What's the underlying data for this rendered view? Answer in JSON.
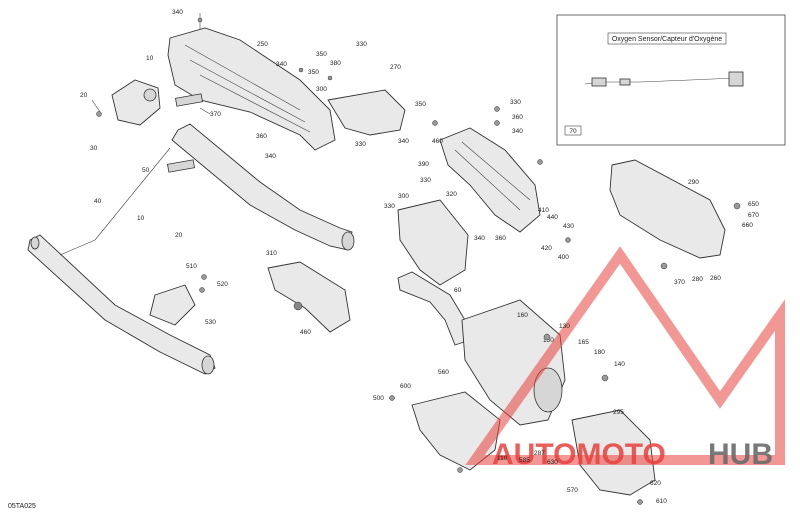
{
  "diagram_code": "05TA025",
  "inset": {
    "title": "Oxygen Sensor/Capteur d'Oxygène",
    "ref": "70"
  },
  "watermark": {
    "part1": "AUTOMOTO",
    "part2": "HUB",
    "color_red": "#e8413c",
    "color_gray": "#6b6b6b"
  },
  "callouts": [
    {
      "id": "340a",
      "text": "340"
    },
    {
      "id": "250",
      "text": "250"
    },
    {
      "id": "10a",
      "text": "10"
    },
    {
      "id": "20a",
      "text": "20"
    },
    {
      "id": "30",
      "text": "30"
    },
    {
      "id": "370",
      "text": "370"
    },
    {
      "id": "340b",
      "text": "340"
    },
    {
      "id": "350a",
      "text": "350"
    },
    {
      "id": "350b",
      "text": "350"
    },
    {
      "id": "330a",
      "text": "330"
    },
    {
      "id": "380",
      "text": "380"
    },
    {
      "id": "270",
      "text": "270"
    },
    {
      "id": "300a",
      "text": "300"
    },
    {
      "id": "360",
      "text": "360"
    },
    {
      "id": "340c",
      "text": "340"
    },
    {
      "id": "350c",
      "text": "350"
    },
    {
      "id": "330b",
      "text": "330"
    },
    {
      "id": "330c",
      "text": "330"
    },
    {
      "id": "360b",
      "text": "360"
    },
    {
      "id": "340d",
      "text": "340"
    },
    {
      "id": "340e",
      "text": "340"
    },
    {
      "id": "460a",
      "text": "460"
    },
    {
      "id": "390",
      "text": "390"
    },
    {
      "id": "320",
      "text": "320"
    },
    {
      "id": "330d",
      "text": "330"
    },
    {
      "id": "300b",
      "text": "300"
    },
    {
      "id": "330e",
      "text": "330"
    },
    {
      "id": "340f",
      "text": "340"
    },
    {
      "id": "360c",
      "text": "360"
    },
    {
      "id": "410",
      "text": "410"
    },
    {
      "id": "440",
      "text": "440"
    },
    {
      "id": "430",
      "text": "430"
    },
    {
      "id": "420",
      "text": "420"
    },
    {
      "id": "400",
      "text": "400"
    },
    {
      "id": "50",
      "text": "50"
    },
    {
      "id": "40",
      "text": "40"
    },
    {
      "id": "10b",
      "text": "10"
    },
    {
      "id": "20b",
      "text": "20"
    },
    {
      "id": "510",
      "text": "510"
    },
    {
      "id": "520",
      "text": "520"
    },
    {
      "id": "530",
      "text": "530"
    },
    {
      "id": "310",
      "text": "310"
    },
    {
      "id": "460b",
      "text": "460"
    },
    {
      "id": "60",
      "text": "60"
    },
    {
      "id": "290",
      "text": "290"
    },
    {
      "id": "650",
      "text": "650"
    },
    {
      "id": "670",
      "text": "670"
    },
    {
      "id": "660",
      "text": "660"
    },
    {
      "id": "370b",
      "text": "370"
    },
    {
      "id": "280",
      "text": "280"
    },
    {
      "id": "260",
      "text": "260"
    },
    {
      "id": "160",
      "text": "160"
    },
    {
      "id": "130",
      "text": "130"
    },
    {
      "id": "150",
      "text": "150"
    },
    {
      "id": "165",
      "text": "165"
    },
    {
      "id": "180",
      "text": "180"
    },
    {
      "id": "140",
      "text": "140"
    },
    {
      "id": "500",
      "text": "500"
    },
    {
      "id": "600",
      "text": "600"
    },
    {
      "id": "560",
      "text": "560"
    },
    {
      "id": "295",
      "text": "295"
    },
    {
      "id": "110",
      "text": "110"
    },
    {
      "id": "585",
      "text": "585"
    },
    {
      "id": "287",
      "text": "287"
    },
    {
      "id": "630",
      "text": "630"
    },
    {
      "id": "570",
      "text": "570"
    },
    {
      "id": "620",
      "text": "620"
    },
    {
      "id": "610",
      "text": "610"
    }
  ]
}
